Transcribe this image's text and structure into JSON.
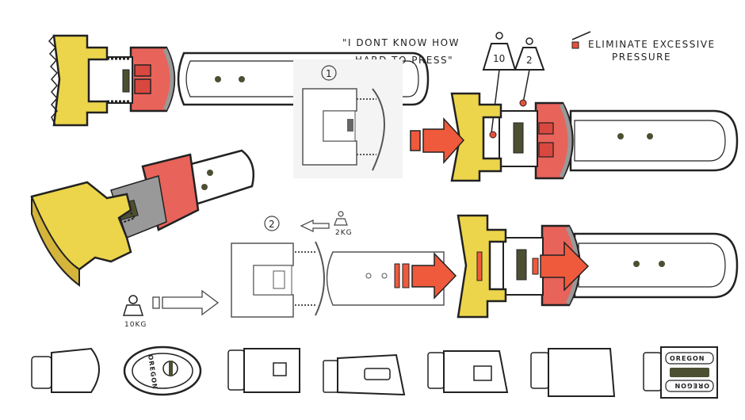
{
  "note": {
    "quote_line1": "\"I DONT KNOW HOW",
    "quote_line2": "HARD TO PRESS\""
  },
  "legend": {
    "line1": "ELIMINATE EXCESSIVE",
    "line2": "PRESSURE",
    "swatch_color": "#e8503a"
  },
  "tags": {
    "left": "10",
    "right": "2"
  },
  "steps": {
    "step1": "1",
    "step2": "2",
    "weight_small": "2KG",
    "weight_large": "10KG"
  },
  "logos": {
    "top": "OREGON",
    "bottom": "OREGON",
    "side": "OREGON"
  },
  "colors": {
    "yellow": "#ecd54a",
    "red": "#e8635a",
    "arrow": "#ef5a3c",
    "ink": "#222222",
    "olive": "#4d4f33"
  }
}
